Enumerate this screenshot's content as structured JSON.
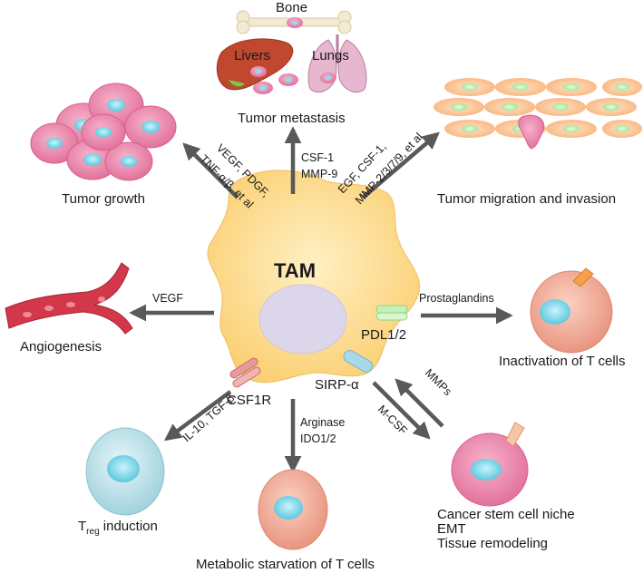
{
  "center": {
    "label": "TAM"
  },
  "receptors": {
    "pdl": "PDL1/2",
    "sirp": "SIRP-α",
    "csf1r": "CSF1R"
  },
  "organs": {
    "bone": "Bone",
    "livers": "Livers",
    "lungs": "Lungs"
  },
  "outcomes": {
    "metastasis": "Tumor metastasis",
    "growth": "Tumor growth",
    "migration": "Tumor migration and invasion",
    "angiogenesis": "Angiogenesis",
    "inactivation": "Inactivation of T cells",
    "treg_main": "T",
    "treg_sub": "reg",
    "treg_rest": " induction",
    "starvation": "Metabolic starvation of T cells",
    "stem_line1": "Cancer stem cell niche",
    "stem_line2": "EMT",
    "stem_line3": "Tissue remodeling"
  },
  "mediators": {
    "metastasis_1": "CSF-1",
    "metastasis_2": "MMP-9",
    "growth_1": "VEGF, PDGF,",
    "growth_2": "TNF-α/β, et al",
    "migration_1": "EGF, CSF-1,",
    "migration_2": "MMP-2/3/7/9, et al",
    "angio": "VEGF",
    "inact": "Prostaglandins",
    "treg": "IL-10, TGF-β",
    "starv_1": "Arginase",
    "starv_2": "IDO1/2",
    "mmps": "MMPs",
    "mcsf": "M-CSF"
  },
  "colors": {
    "arrow": "#595959",
    "tam_fill": "#fdd98a",
    "tam_nucleus": "#d9d3e6",
    "tumor_cell": "#ef8ab0",
    "tumor_nucleus": "#7fd3e6",
    "tcell": "#f3b7a0",
    "treg": "#bfe3ea",
    "stem": "#e86aa0",
    "vessel": "#d2384a"
  }
}
